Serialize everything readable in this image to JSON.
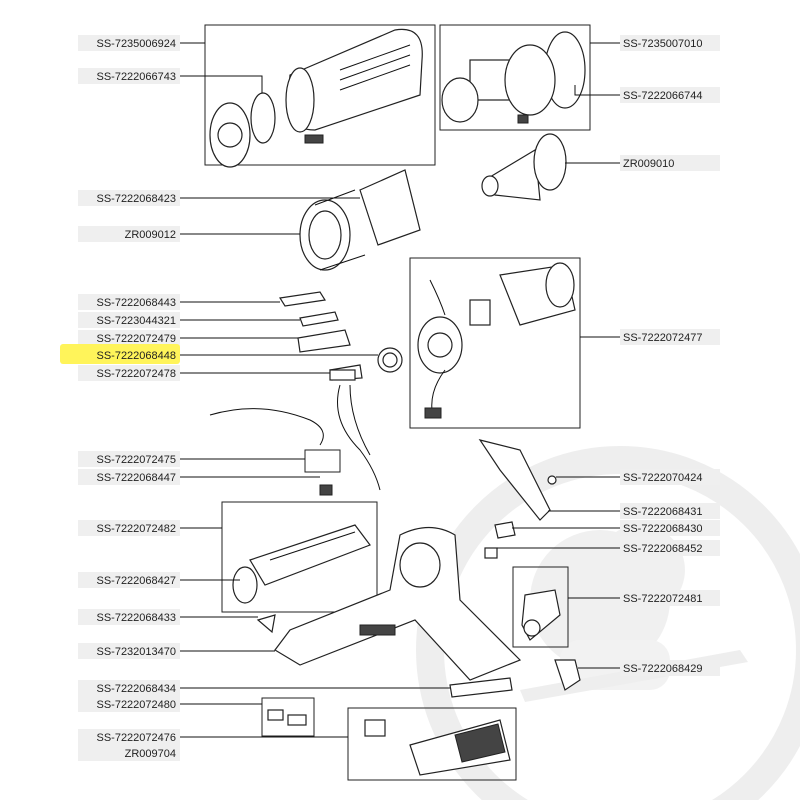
{
  "labels_left": [
    "SS-7235006924",
    "SS-7222066743",
    "SS-7222068423",
    "ZR009012",
    "SS-7222068443",
    "SS-7223044321",
    "SS-7222072479",
    "SS-7222068448",
    "SS-7222072478",
    "SS-7222072475",
    "SS-7222068447",
    "SS-7222072482",
    "SS-7222068427",
    "SS-7222068433",
    "SS-7232013470",
    "SS-7222068434",
    "SS-7222072480",
    "SS-7222072476",
    "ZR009704"
  ],
  "labels_right": [
    "SS-7235007010",
    "SS-7222066744",
    "ZR009010",
    "SS-7222072477",
    "SS-7222070424",
    "SS-7222068431",
    "SS-7222068430",
    "SS-7222068452",
    "SS-7222072481",
    "SS-7222068429"
  ],
  "highlighted_label": "SS-7222068448",
  "colors": {
    "highlight": "#fff45a",
    "line": "#111111",
    "watermark": "#cfcfcf"
  },
  "watermark_icon": "mascot-logo-icon"
}
